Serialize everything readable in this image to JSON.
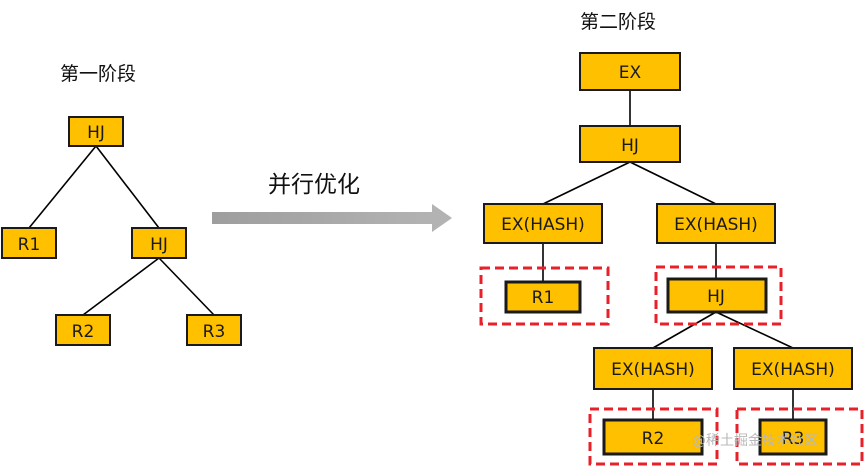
{
  "stage1": {
    "title": "第一阶段",
    "nodes": {
      "hj_root": "HJ",
      "r1": "R1",
      "hj_child": "HJ",
      "r2": "R2",
      "r3": "R3"
    }
  },
  "transition": {
    "label": "并行优化"
  },
  "stage2": {
    "title": "第二阶段",
    "nodes": {
      "ex_root": "EX",
      "hj_root": "HJ",
      "ex_hash_left": "EX(HASH)",
      "ex_hash_right": "EX(HASH)",
      "r1": "R1",
      "hj_child": "HJ",
      "ex_hash_r2": "EX(HASH)",
      "ex_hash_r3": "EX(HASH)",
      "r2": "R2",
      "r3": "R3"
    }
  },
  "colors": {
    "node_fill": "#ffc000",
    "highlight": "#e8202a",
    "arrow": "#a6a6a6"
  },
  "watermark": "@稀土掘金技术社区"
}
